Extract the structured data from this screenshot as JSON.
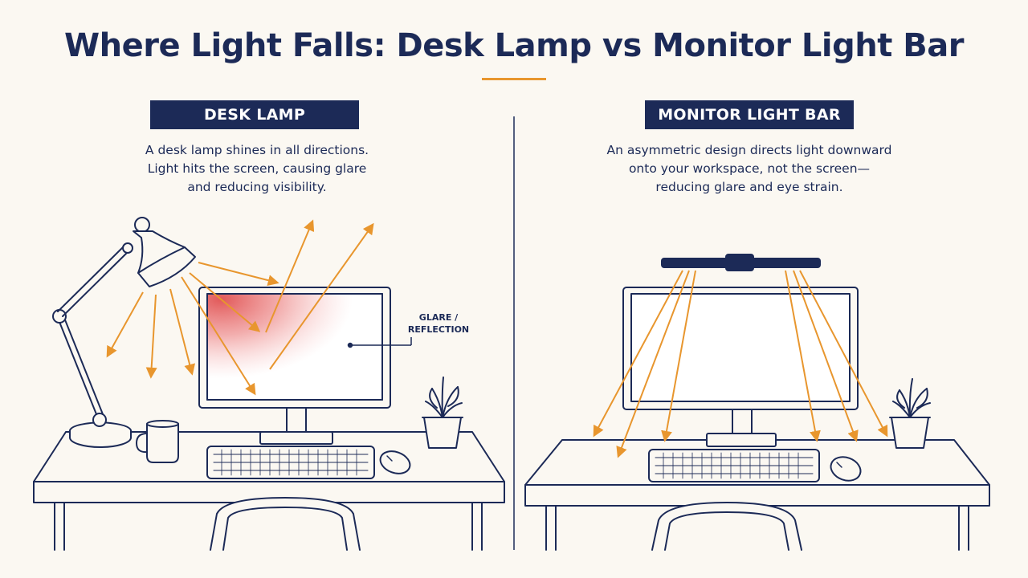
{
  "title": "Where Light Falls: Desk Lamp vs Monitor Light Bar",
  "left_panel": {
    "label": "DESK LAMP",
    "description_lines": [
      "A desk lamp shines in all directions.",
      "Light hits the screen, causing glare",
      "and reducing visibility."
    ],
    "callout_lines": [
      "GLARE /",
      "REFLECTION"
    ]
  },
  "right_panel": {
    "label": "MONITOR LIGHT BAR",
    "description_lines": [
      "An asymmetric design directs light downward",
      "onto your workspace, not the screen—",
      "reducing glare and eye strain."
    ]
  },
  "colors": {
    "ink": "#1c2a57",
    "light_ray": "#e8962e",
    "glare": "#e05050",
    "background": "#fbf8f2"
  }
}
